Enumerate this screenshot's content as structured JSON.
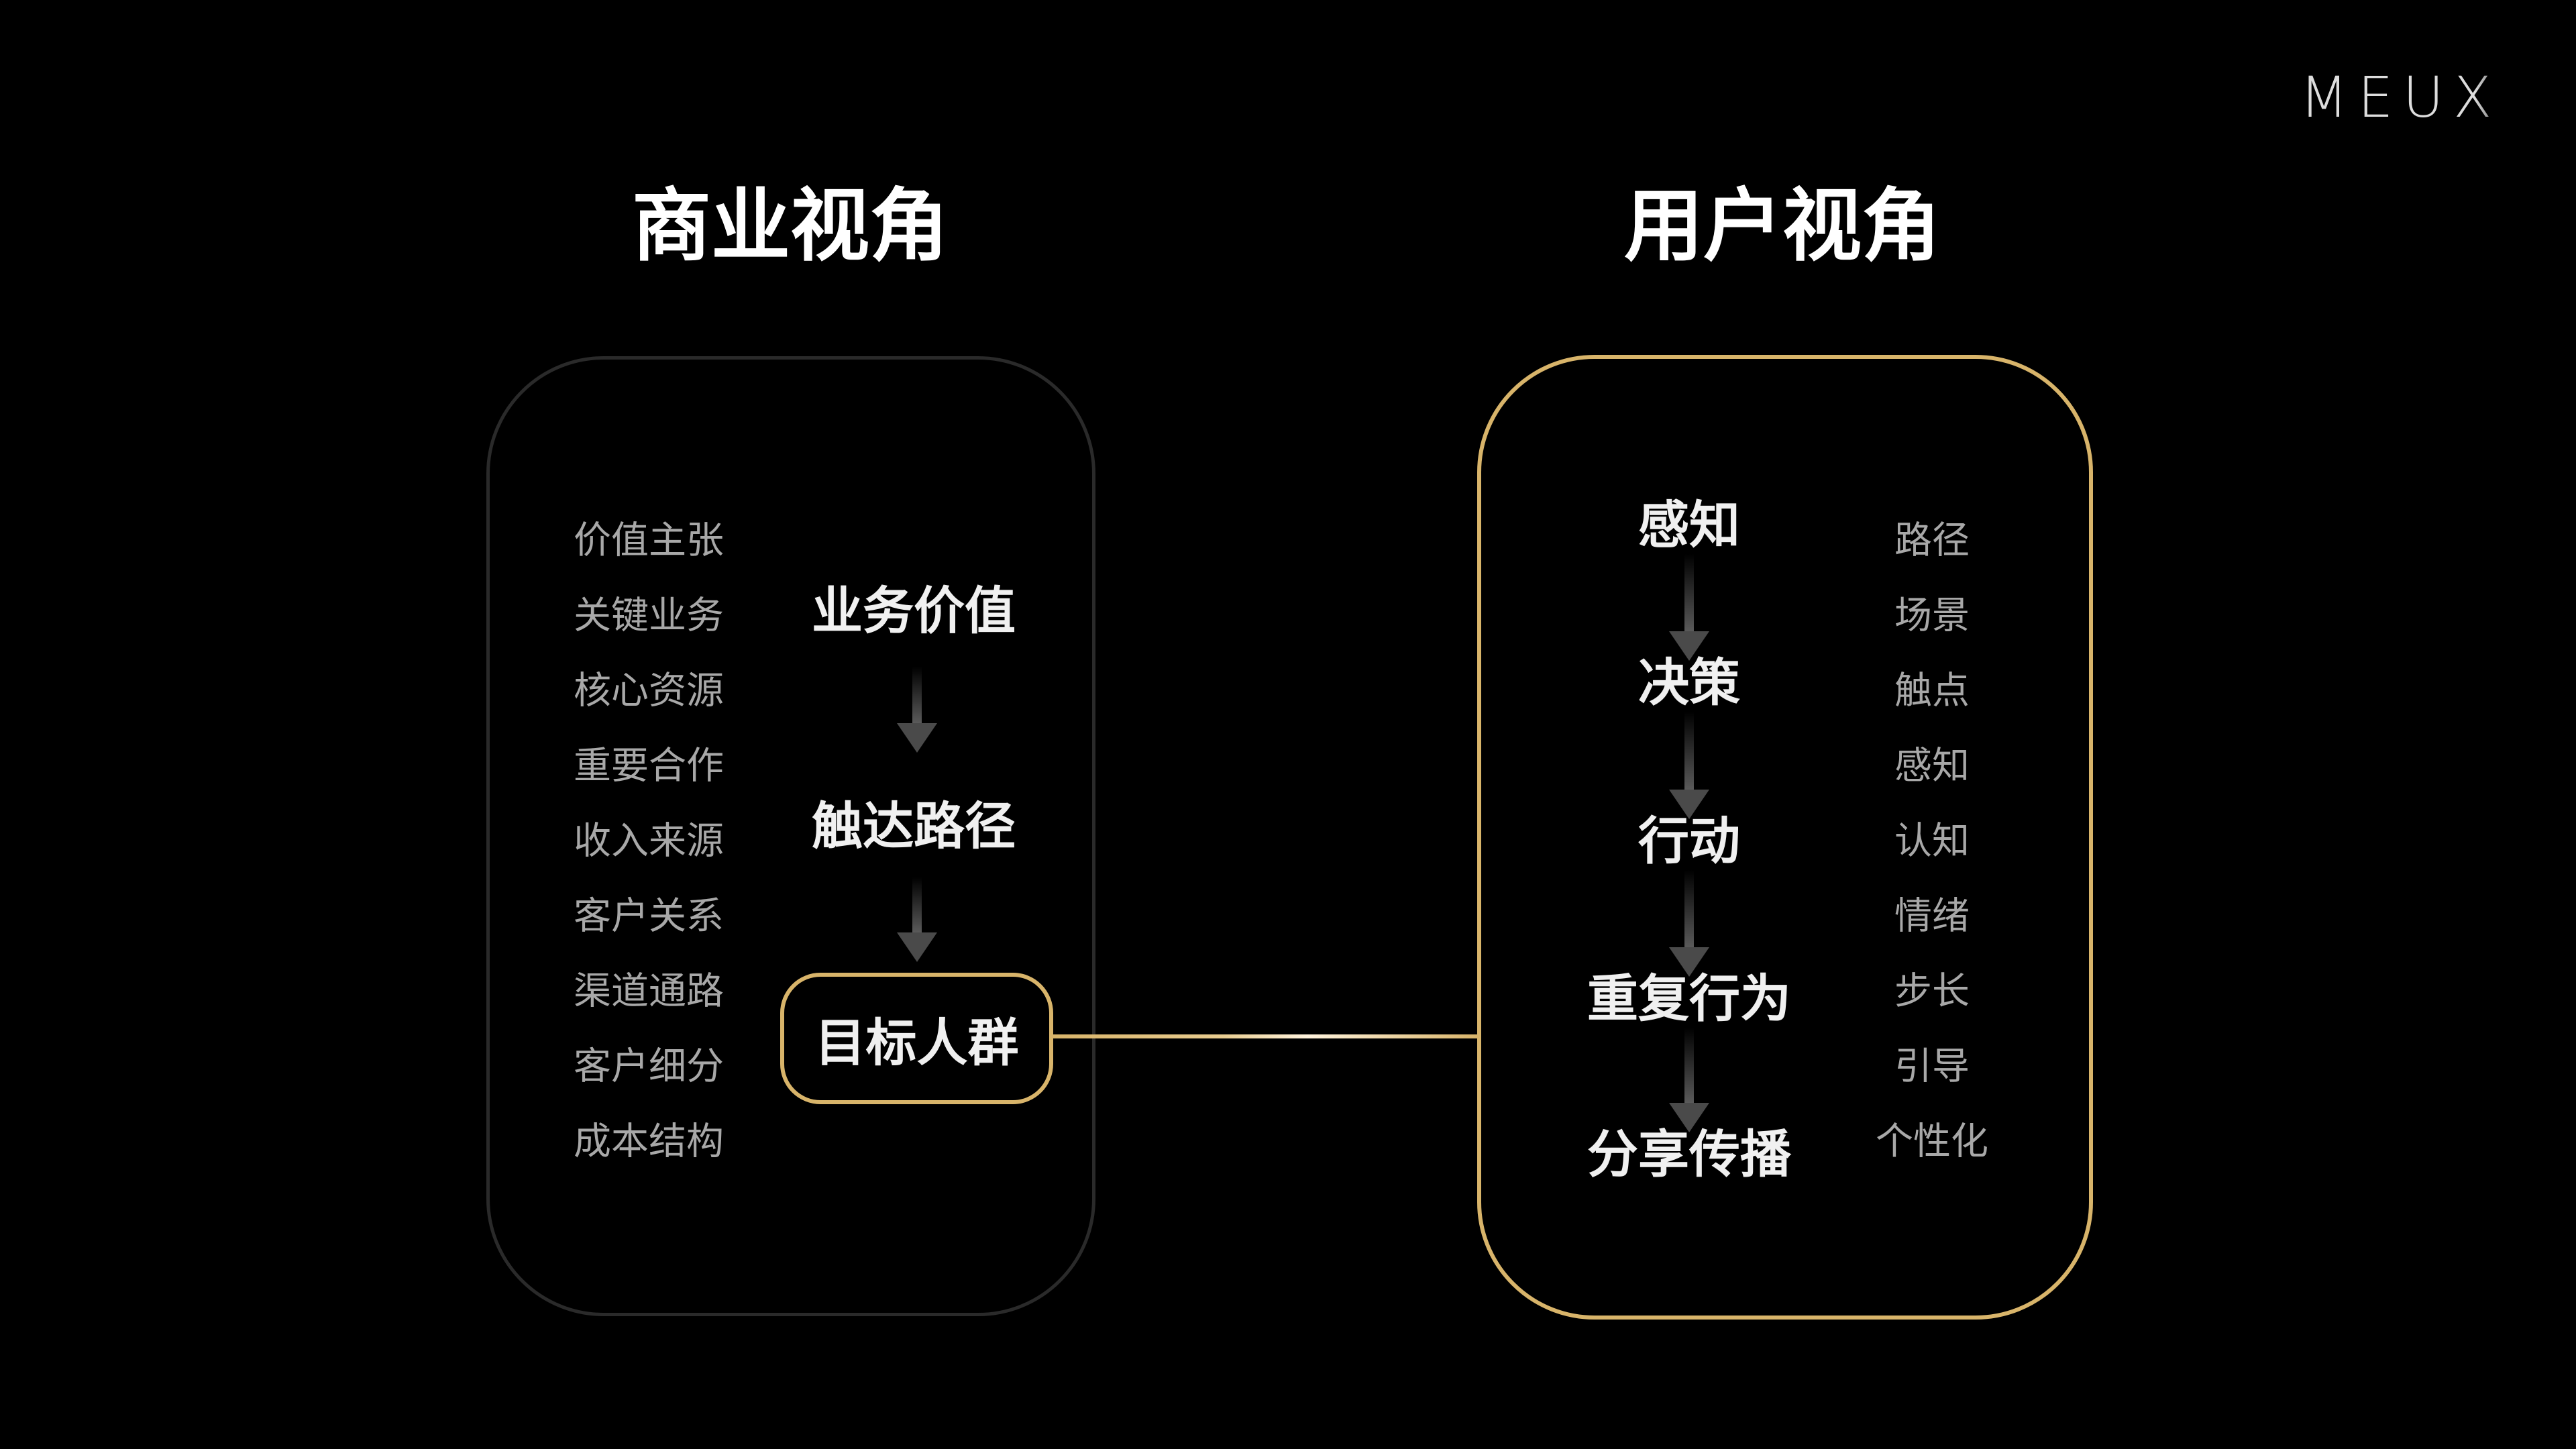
{
  "logo": {
    "text_main": "MEU",
    "text_x": "X"
  },
  "left": {
    "title": "商业视角",
    "list": [
      "价值主张",
      "关键业务",
      "核心资源",
      "重要合作",
      "收入来源",
      "客户关系",
      "渠道通路",
      "客户细分",
      "成本结构"
    ],
    "steps": [
      "业务价值",
      "触达路径"
    ],
    "target": "目标人群"
  },
  "right": {
    "title": "用户视角",
    "steps": [
      "感知",
      "决策",
      "行动",
      "重复行为",
      "分享传播"
    ],
    "list": [
      "路径",
      "场景",
      "触点",
      "感知",
      "认知",
      "情绪",
      "步长",
      "引导",
      "个性化"
    ]
  },
  "colors": {
    "background": "#000000",
    "accent_gold": "#d8b46a",
    "muted_border": "#2a2a2a",
    "list_text": "#a8a8a8"
  }
}
